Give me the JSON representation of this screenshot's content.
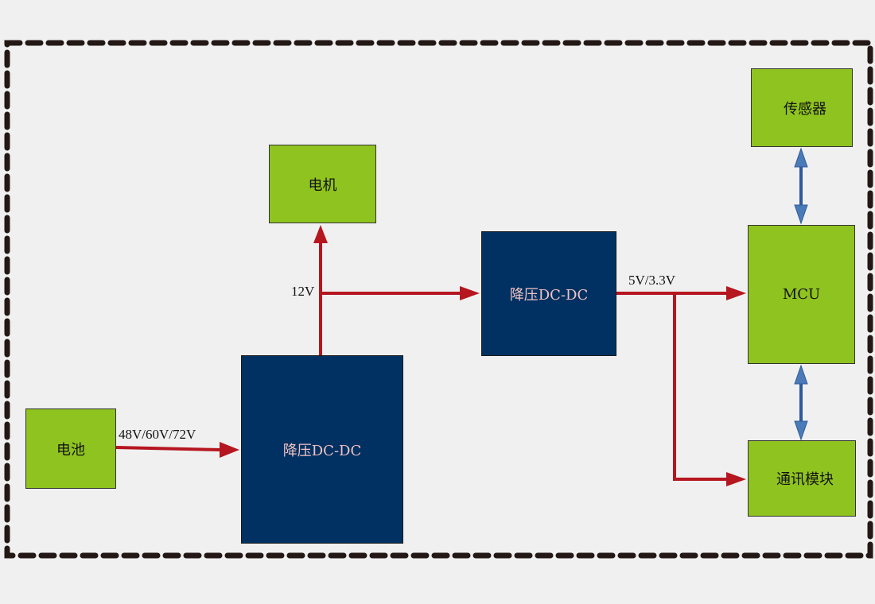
{
  "diagram": {
    "type": "power-supply-block-diagram",
    "colors": {
      "background": "#f0f0f0",
      "module_green": "#8fc31f",
      "converter_navy": "#003162",
      "converter_text": "#f2c2c2",
      "power_arrow": "#b5161f",
      "signal_arrow": "#4a7ab8",
      "boundary_dash": "#231815"
    },
    "blocks": {
      "battery": "电池",
      "dcdc_main": "降压DC-DC",
      "motor": "电机",
      "dcdc_secondary": "降压DC-DC",
      "sensor": "传感器",
      "mcu": "MCU",
      "comm_module": "通讯模块"
    },
    "labels": {
      "battery_voltage": "48V/60V/72V",
      "motor_voltage": "12V",
      "logic_voltage": "5V/3.3V"
    },
    "connections": [
      {
        "from": "battery",
        "to": "dcdc_main",
        "label": "48V/60V/72V",
        "kind": "power"
      },
      {
        "from": "dcdc_main",
        "to": "motor",
        "label": "12V",
        "kind": "power"
      },
      {
        "from": "dcdc_main",
        "to": "dcdc_secondary",
        "label": "12V",
        "kind": "power"
      },
      {
        "from": "dcdc_secondary",
        "to": "mcu",
        "label": "5V/3.3V",
        "kind": "power"
      },
      {
        "from": "dcdc_secondary",
        "to": "comm_module",
        "label": "5V/3.3V",
        "kind": "power"
      },
      {
        "from": "sensor",
        "to": "mcu",
        "kind": "bidirectional-signal"
      },
      {
        "from": "mcu",
        "to": "comm_module",
        "kind": "bidirectional-signal"
      }
    ]
  }
}
